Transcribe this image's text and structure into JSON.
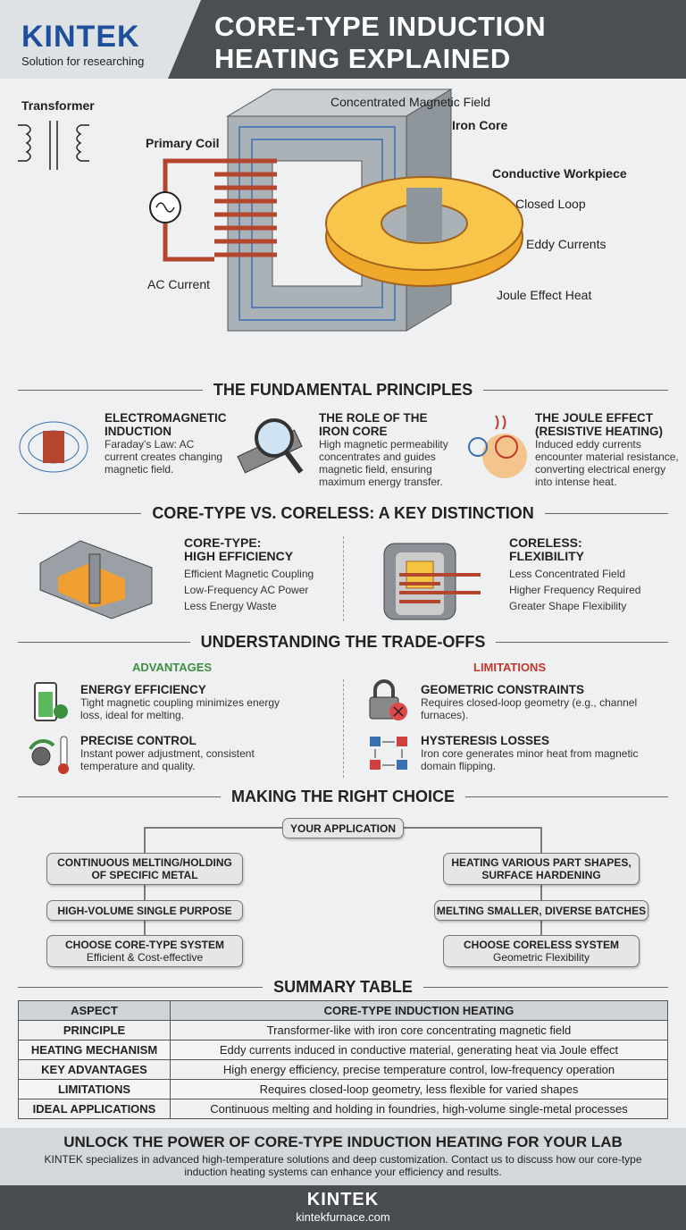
{
  "header": {
    "logo": "KINTEK",
    "tagline": "Solution for researching",
    "title_line1": "CORE-TYPE INDUCTION",
    "title_line2": "HEATING EXPLAINED"
  },
  "diagram": {
    "transformer": "Transformer",
    "primary_coil": "Primary Coil",
    "ac_current": "AC Current",
    "field": "Concentrated Magnetic Field",
    "iron_core": "Iron Core",
    "workpiece": "Conductive Workpiece",
    "closed_loop": "Closed Loop",
    "eddy": "Eddy Currents",
    "joule": "Joule Effect Heat"
  },
  "principles": {
    "heading": "THE FUNDAMENTAL PRINCIPLES",
    "items": [
      {
        "title1": "ELECTROMAGNETIC",
        "title2": "INDUCTION",
        "text": "Faraday's Law: AC current creates changing magnetic field."
      },
      {
        "title1": "THE ROLE OF THE",
        "title2": "IRON CORE",
        "text": "High magnetic permeability concentrates and guides magnetic field, ensuring maximum energy transfer."
      },
      {
        "title1": "THE JOULE EFFECT",
        "title2": "(RESISTIVE HEATING)",
        "text": "Induced eddy currents encounter material resistance, converting electrical energy into intense heat."
      }
    ]
  },
  "comparison": {
    "heading": "CORE-TYPE VS. CORELESS: A KEY DISTINCTION",
    "core": {
      "title1": "CORE-TYPE:",
      "title2": "HIGH EFFICIENCY",
      "points": [
        "Efficient Magnetic Coupling",
        "Low-Frequency AC Power",
        "Less Energy Waste"
      ]
    },
    "coreless": {
      "title1": "CORELESS:",
      "title2": "FLEXIBILITY",
      "points": [
        "Less Concentrated Field",
        "Higher Frequency Required",
        "Greater Shape Flexibility"
      ]
    }
  },
  "tradeoffs": {
    "heading": "UNDERSTANDING THE TRADE-OFFS",
    "adv_label": "ADVANTAGES",
    "lim_label": "LIMITATIONS",
    "adv_color": "#3e8e41",
    "lim_color": "#c0392b",
    "advantages": [
      {
        "title": "ENERGY EFFICIENCY",
        "text": "Tight magnetic coupling minimizes energy loss, ideal for melting."
      },
      {
        "title": "PRECISE CONTROL",
        "text": "Instant power adjustment, consistent temperature and quality."
      }
    ],
    "limitations": [
      {
        "title": "GEOMETRIC CONSTRAINTS",
        "text": "Requires closed-loop geometry (e.g., channel furnaces)."
      },
      {
        "title": "HYSTERESIS LOSSES",
        "text": "Iron core generates minor heat from magnetic domain flipping."
      }
    ]
  },
  "choice": {
    "heading": "MAKING THE RIGHT CHOICE",
    "root": "YOUR APPLICATION",
    "left": {
      "a1": "CONTINUOUS MELTING/HOLDING",
      "a2": "OF SPECIFIC METAL",
      "b": "HIGH-VOLUME SINGLE PURPOSE",
      "c1": "CHOOSE CORE-TYPE SYSTEM",
      "c2": "Efficient & Cost-effective"
    },
    "right": {
      "a1": "HEATING VARIOUS PART SHAPES,",
      "a2": "SURFACE HARDENING",
      "b": "MELTING SMALLER, DIVERSE BATCHES",
      "c1": "CHOOSE CORELESS SYSTEM",
      "c2": "Geometric Flexibility"
    }
  },
  "table": {
    "heading": "SUMMARY TABLE",
    "headers": [
      "ASPECT",
      "CORE-TYPE INDUCTION HEATING"
    ],
    "rows": [
      [
        "PRINCIPLE",
        "Transformer-like with iron core concentrating magnetic field"
      ],
      [
        "HEATING MECHANISM",
        "Eddy currents induced in conductive material, generating heat via Joule effect"
      ],
      [
        "KEY ADVANTAGES",
        "High energy efficiency, precise temperature control, low-frequency operation"
      ],
      [
        "LIMITATIONS",
        "Requires closed-loop geometry, less flexible for varied shapes"
      ],
      [
        "IDEAL APPLICATIONS",
        "Continuous melting and holding in foundries, high-volume single-metal processes"
      ]
    ]
  },
  "cta": {
    "title": "UNLOCK THE POWER OF CORE-TYPE INDUCTION HEATING FOR YOUR LAB",
    "text": "KINTEK specializes in advanced high-temperature solutions and deep customization. Contact us to discuss how our core-type induction heating systems can enhance your efficiency and results."
  },
  "footer": {
    "logo": "KINTEK",
    "url": "kintekfurnace.com"
  }
}
